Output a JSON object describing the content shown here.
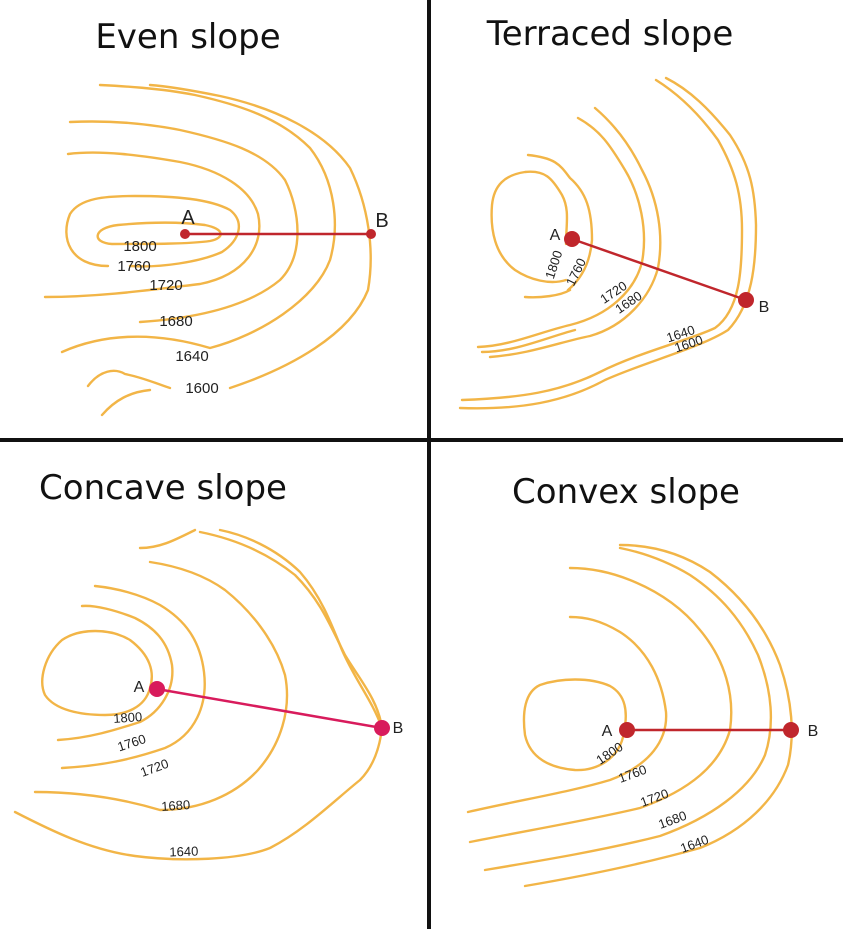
{
  "colors": {
    "contour": "#f2b547",
    "line_red": "#c0262c",
    "line_pink": "#d81b5c",
    "divider": "#111111"
  },
  "panels": {
    "even": {
      "title": "Even slope",
      "point_a": "A",
      "point_b": "B",
      "labels": [
        "1800",
        "1760",
        "1720",
        "1680",
        "1640",
        "1600"
      ]
    },
    "terraced": {
      "title": "Terraced slope",
      "point_a": "A",
      "point_b": "B",
      "labels": [
        "1800",
        "1760",
        "1720",
        "1680",
        "1640",
        "1600"
      ]
    },
    "concave": {
      "title": "Concave slope",
      "point_a": "A",
      "point_b": "B",
      "labels": [
        "1800",
        "1760",
        "1720",
        "1680",
        "1640"
      ]
    },
    "convex": {
      "title": "Convex slope",
      "point_a": "A",
      "point_b": "B",
      "labels": [
        "1800",
        "1760",
        "1720",
        "1680",
        "1640"
      ]
    }
  }
}
